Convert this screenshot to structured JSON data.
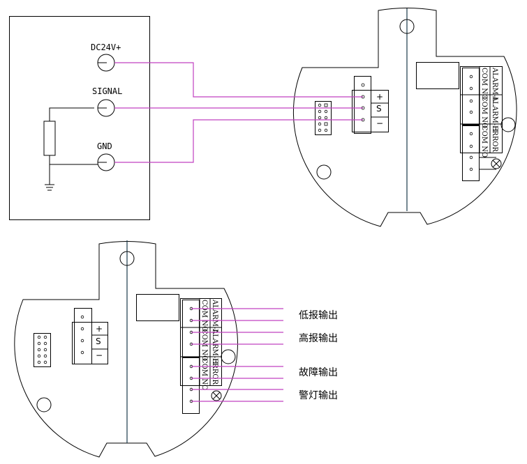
{
  "controller": {
    "terminals": [
      {
        "id": "dc24v",
        "label": "DC24V+"
      },
      {
        "id": "signal",
        "label": "SIGNAL"
      },
      {
        "id": "gnd",
        "label": "GND"
      }
    ]
  },
  "board": {
    "power_terminal_symbols": [
      "+",
      "S",
      "−"
    ],
    "relay_groups": [
      {
        "name": "ALARM-L",
        "contacts": "COM NO"
      },
      {
        "name": "ALARM-H",
        "contacts": "COM NO"
      },
      {
        "name": "ERROR",
        "contacts": "COM NO"
      }
    ],
    "lamp_symbol": "lamp-icon"
  },
  "outputs": [
    {
      "label": "低报输出"
    },
    {
      "label": "高报输出"
    },
    {
      "label": "故障输出"
    },
    {
      "label": "警灯输出"
    }
  ],
  "colors": {
    "wire": "#c040c0",
    "outline": "#000000",
    "axis": "#1a3a4a"
  }
}
